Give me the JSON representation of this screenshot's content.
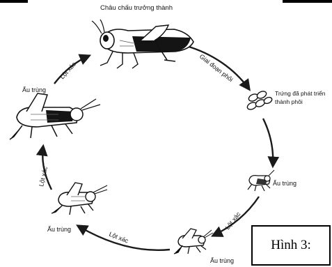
{
  "title": "Châu chấu trưởng thành",
  "figure_label": "Hình 3:",
  "stages": {
    "adult": "Châu chấu trưởng thành",
    "eggs_line1": "Trứng đã phát triển",
    "eggs_line2": "thành phôi",
    "nymph_right": "Ấu trùng",
    "nymph_bottom": "Ấu trùng",
    "nymph_lower_left": "Ấu trùng",
    "nymph_left": "Ấu trùng"
  },
  "arrows": {
    "embryo_stage": "Giai đoạn phôi",
    "molt_right": "Lột xác",
    "molt_bottom": "Lột xác",
    "molt_left": "Lột xác",
    "molt_top_left": "Lột xác"
  },
  "colors": {
    "ink": "#111111",
    "cycle": "#1a1a1a",
    "fill_dark": "#141414"
  }
}
